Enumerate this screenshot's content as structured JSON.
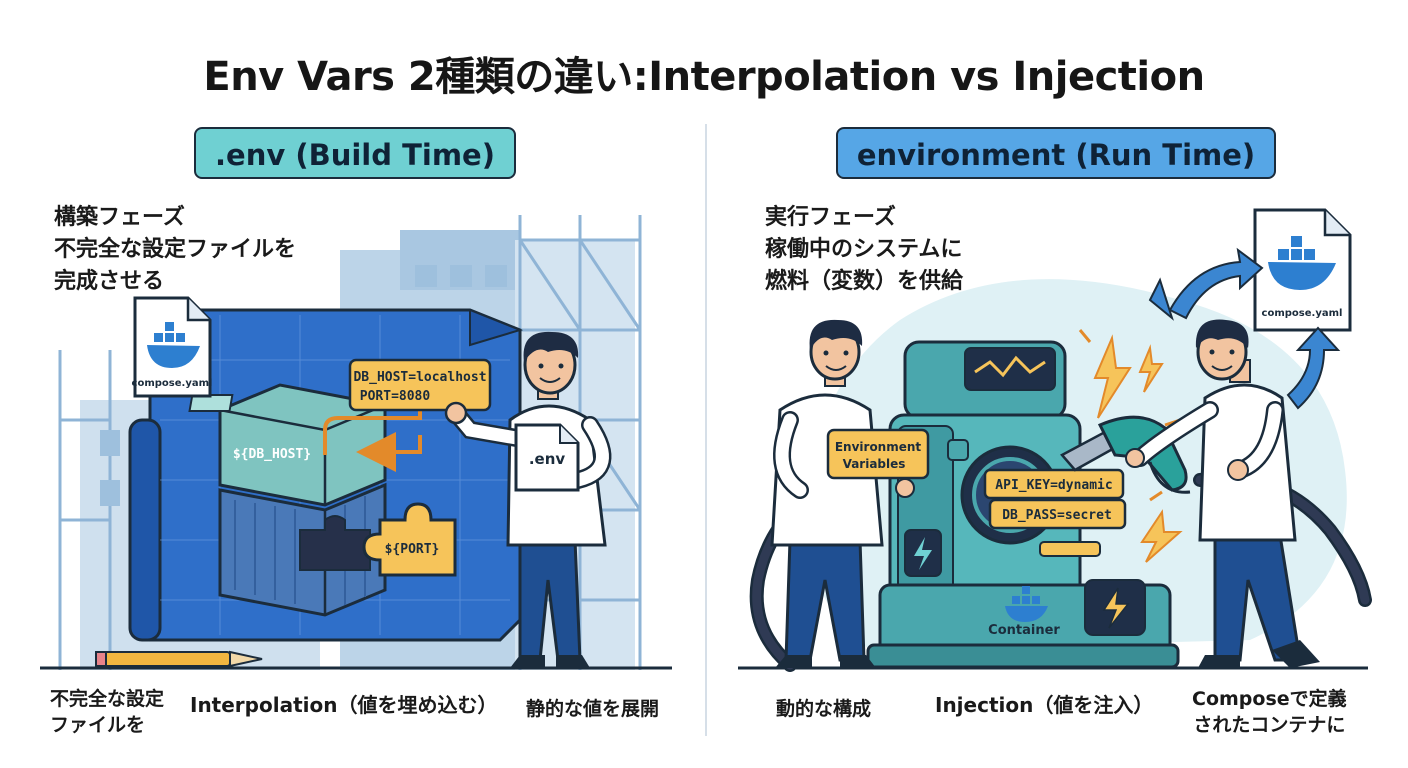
{
  "title": "Env Vars 2種類の違い:Interpolation vs Injection",
  "left": {
    "pill": ".env (Build Time)",
    "desc": [
      "構築フェーズ",
      "不完全な設定ファイルを",
      "完成させる"
    ],
    "file_label": "compose.yaml",
    "env_file_label": ".env",
    "vars_box": [
      "DB_HOST=localhost",
      "PORT=8080"
    ],
    "placeholder_host": "${DB_HOST}",
    "placeholder_port": "${PORT}",
    "footer": {
      "part1": [
        "不完全な設定",
        "ファイルを"
      ],
      "part2": "Interpolation（値を埋め込む）",
      "part3": "静的な値を展開"
    }
  },
  "right": {
    "pill": "environment (Run Time)",
    "desc": [
      "実行フェーズ",
      "稼働中のシステムに",
      "燃料（変数）を供給"
    ],
    "file_label": "compose.yaml",
    "sign_label": [
      "Environment",
      "Variables"
    ],
    "api_key": "API_KEY=dynamic",
    "db_pass": "DB_PASS=secret",
    "container_label": "Container",
    "footer": {
      "part1": "動的な構成",
      "part2": "Injection（値を注入）",
      "part3": [
        "Composeで定義",
        "されたコンテナに"
      ]
    }
  },
  "colors": {
    "teal_pill": "#6fd0d2",
    "blue_pill": "#56a6e6",
    "blueprint": "#2f6fc9",
    "note_yellow": "#f6c45a",
    "machine_teal": "#56b7bb",
    "outline": "#1b2c3c"
  }
}
